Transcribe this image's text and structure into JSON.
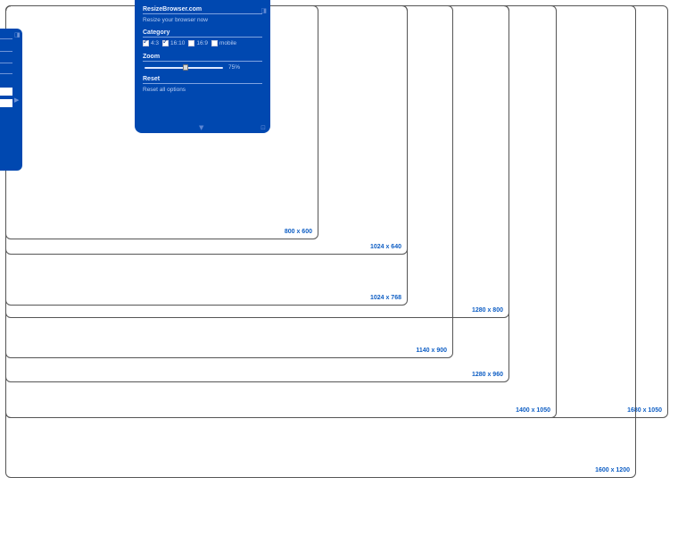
{
  "frames": [
    {
      "label": "1680 x 1050"
    },
    {
      "label": "1600 x 1200"
    },
    {
      "label": "1400 x 1050"
    },
    {
      "label": "1280 x 960"
    },
    {
      "label": "1140 x 900"
    },
    {
      "label": "1280 x 800"
    },
    {
      "label": "1024 x 768"
    },
    {
      "label": "1024 x 640"
    },
    {
      "label": "800 x 600"
    }
  ],
  "panel": {
    "site_title": "ResizeBrowser.com",
    "tagline": "Resize your browser now",
    "category_heading": "Category",
    "categories": [
      {
        "label": "4:3",
        "checked": true
      },
      {
        "label": "16:10",
        "checked": true
      },
      {
        "label": "16:9",
        "checked": false
      },
      {
        "label": "mobile",
        "checked": false
      }
    ],
    "zoom_heading": "Zoom",
    "zoom_value": "75%",
    "zoom_level": 0.52,
    "reset_heading": "Reset",
    "reset_link": "Reset all options"
  },
  "icons": {
    "collapse": "chevron-down-icon",
    "panel_corner": "grip-icon",
    "sidebar_arrow": "arrow-right-icon"
  },
  "colors": {
    "panel_bg": "#0048b0",
    "label_blue": "#0e5ec4",
    "frame_border": "#555555"
  }
}
